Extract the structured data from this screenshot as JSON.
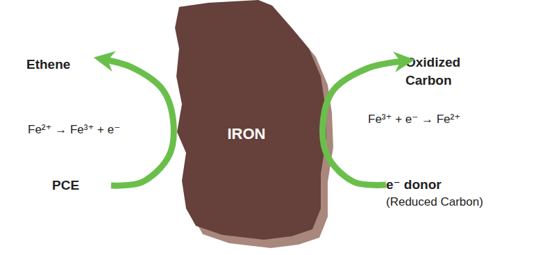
{
  "diagram": {
    "nodes": [
      {
        "text": [
          "Ethene"
        ]
      },
      {
        "text": [
          "Oxidized Carbon"
        ]
      },
      {
        "text": [
          "IRON"
        ]
      },
      {
        "text": [
          "PCE"
        ]
      },
      {
        "text": [
          "e⁻ donor",
          "(Reduced Carbon)"
        ]
      }
    ],
    "edges": [
      {
        "from": 3,
        "to": 0,
        "arrow": "to",
        "label": "Fe²⁺ → Fe³⁺ + e⁻"
      },
      {
        "from": 4,
        "to": 1,
        "arrow": "to",
        "label": "Fe³⁺ + e⁻ → Fe²⁺"
      }
    ]
  }
}
